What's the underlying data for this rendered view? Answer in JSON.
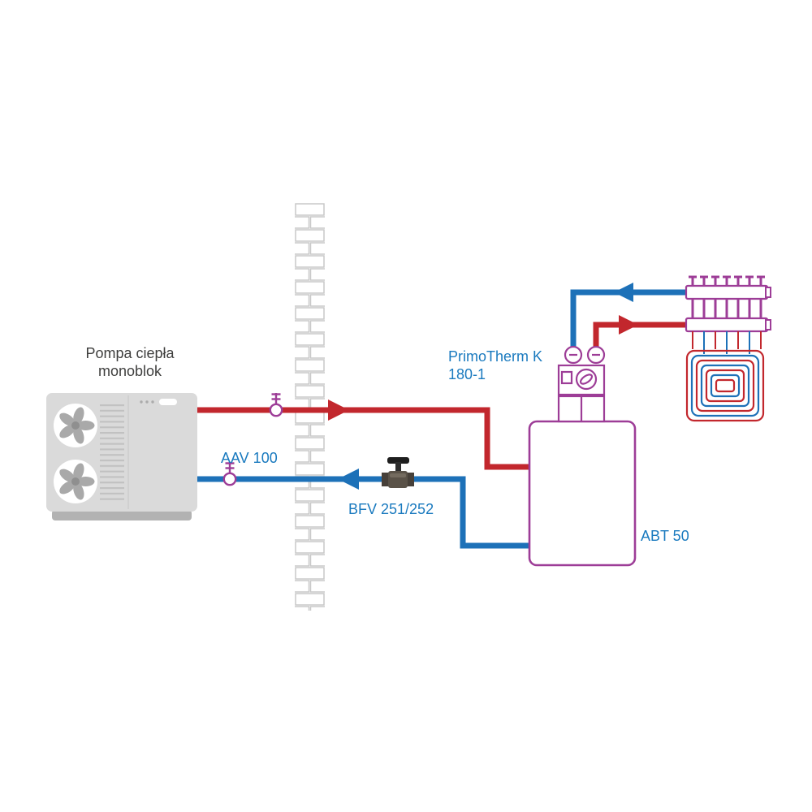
{
  "diagram": {
    "labels": {
      "heat_pump_line1": "Pompa ciepła",
      "heat_pump_line2": "monoblok",
      "aav_valve": "AAV 100",
      "bfv_valve": "BFV 251/252",
      "pump_group_line1": "PrimoTherm K",
      "pump_group_line2": "180-1",
      "buffer_tank": "ABT 50"
    },
    "colors": {
      "supply_pipe": "#c2272d",
      "return_pipe": "#1d71b8",
      "component_purple": "#9d3d97",
      "label_blue": "#1a7abf",
      "label_dark": "#3e3e3d",
      "wall_line": "#c9c9c9",
      "heat_pump_body": "#dadada",
      "heat_pump_base": "#b2b2b2",
      "valve_dark": "#5a5248"
    }
  }
}
